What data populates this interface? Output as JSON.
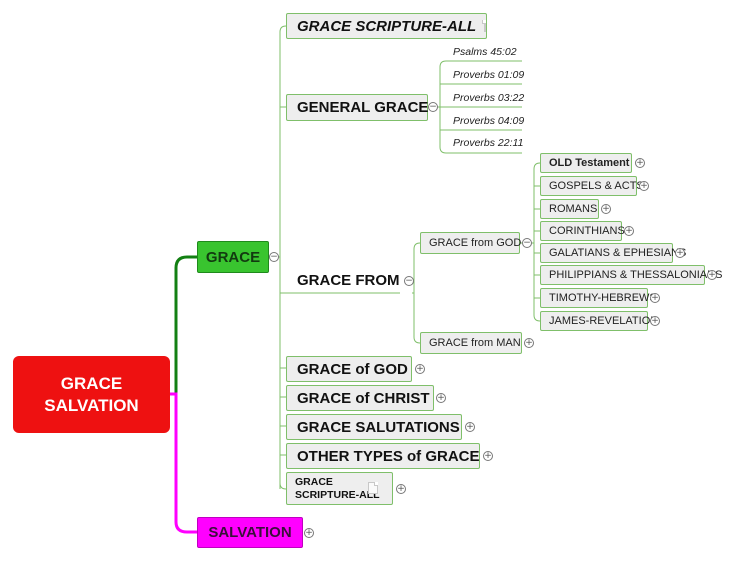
{
  "root": {
    "line1": "GRACE",
    "line2": "SALVATION"
  },
  "branches": {
    "grace": "GRACE",
    "salvation": "SALVATION"
  },
  "grace_children": {
    "scripture_all_top": "GRACE SCRIPTURE-ALL",
    "general_grace": "GENERAL GRACE",
    "grace_from": "GRACE FROM",
    "grace_of_god": "GRACE of GOD",
    "grace_of_christ": "GRACE of CHRIST",
    "grace_salutations": "GRACE SALUTATIONS",
    "other_types": "OTHER  TYPES of GRACE",
    "scripture_all_bottom_1": "GRACE",
    "scripture_all_bottom_2": "SCRIPTURE-ALL"
  },
  "general_grace_verses": [
    "Psalms 45:02",
    "Proverbs 01:09",
    "Proverbs 03:22",
    "Proverbs 04:09",
    "Proverbs 22:11"
  ],
  "grace_from_children": {
    "from_god": "GRACE from GOD",
    "from_man": "GRACE from MAN"
  },
  "from_god_children": [
    "OLD Testament",
    "GOSPELS & ACTS",
    "ROMANS",
    "CORINTHIANS",
    "GALATIANS & EPHESIANS",
    "PHILIPPIANS & THESSALONIANS",
    "TIMOTHY-HEBREWS",
    "JAMES-REVELATION"
  ],
  "colors": {
    "root": "#ee1111",
    "grace_branch": "#39c42f",
    "salvation_branch": "#ff00ff",
    "connector": "#7fbf6a"
  }
}
